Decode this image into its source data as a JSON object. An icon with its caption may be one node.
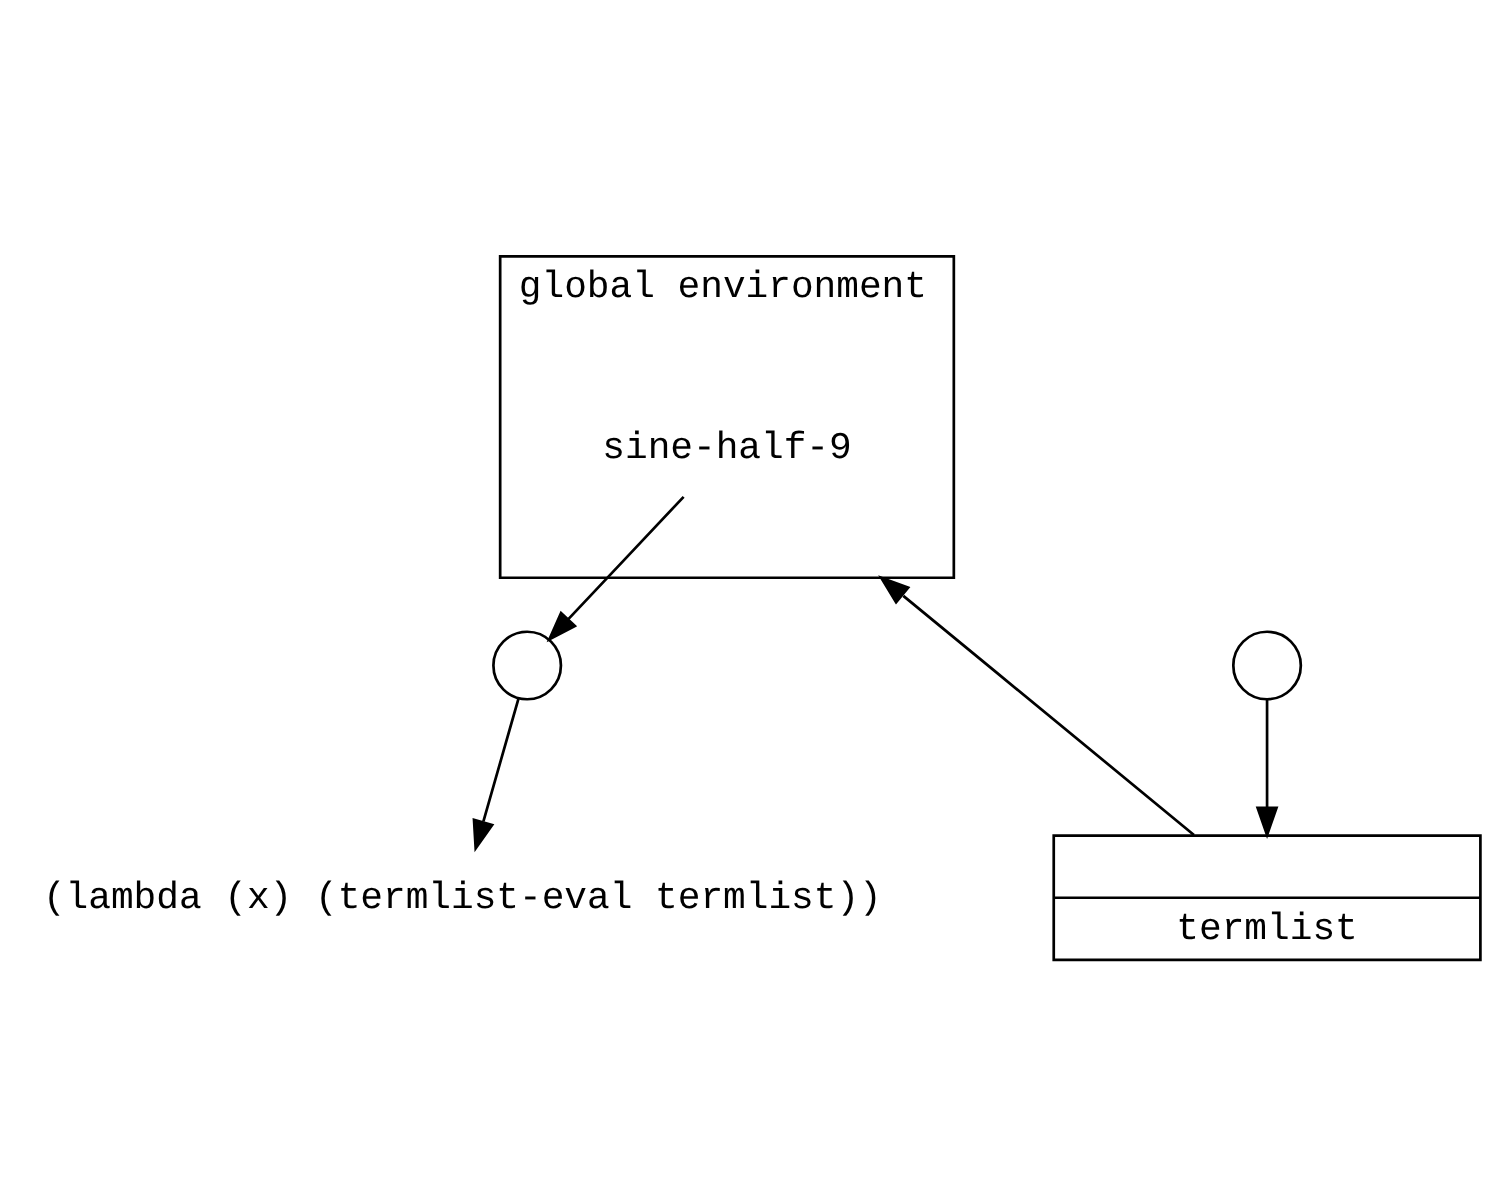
{
  "diagram": {
    "nodes": [
      {
        "text": [
          "global environment"
        ]
      },
      {
        "text": [
          "sine-half-9"
        ],
        "in": 0
      },
      {
        "text": [
          "termlist"
        ]
      },
      {
        "text": [],
        "shape": "circle"
      },
      {
        "text": [],
        "shape": "circle"
      },
      {
        "text": [
          "(lambda (x) (termlist-eval termlist))"
        ]
      }
    ],
    "edges": [
      {
        "from": 1,
        "to": 3,
        "arrow": "to"
      },
      {
        "from": 2,
        "to": 0,
        "arrow": "to"
      },
      {
        "from": 4,
        "to": 2,
        "arrow": "to"
      },
      {
        "from": 3,
        "to": 5,
        "arrow": "to"
      }
    ]
  }
}
